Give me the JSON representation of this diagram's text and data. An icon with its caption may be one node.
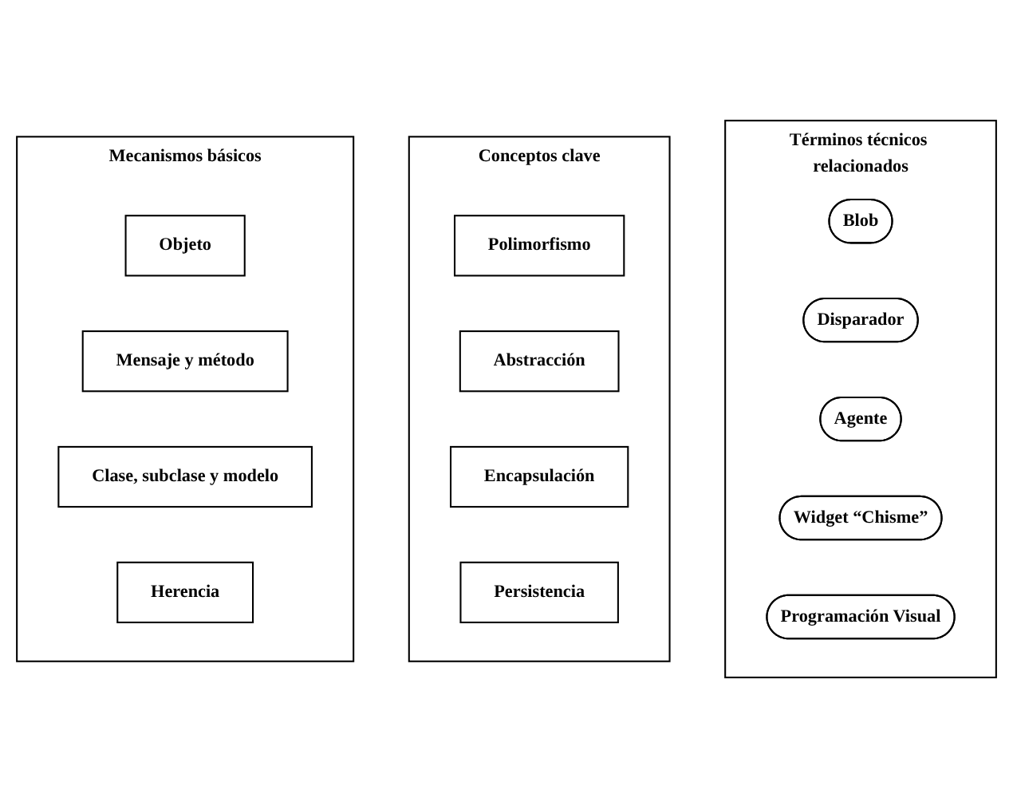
{
  "diagram": {
    "nodes": [
      {
        "text": [
          "Términos técnicos relacionados"
        ]
      },
      {
        "text": [
          "Blob"
        ],
        "in": 0
      },
      {
        "text": [
          "Disparador"
        ],
        "in": 0
      },
      {
        "text": [
          "Agente"
        ],
        "in": 0
      },
      {
        "text": [
          "Widget “Chisme”"
        ],
        "in": 0
      },
      {
        "text": [
          "Programación Visual"
        ],
        "in": 0
      },
      {
        "text": [
          "Conceptos clave"
        ]
      },
      {
        "text": [
          "Polimorfismo"
        ],
        "in": 6
      },
      {
        "text": [
          "Abstracción"
        ],
        "in": 6
      },
      {
        "text": [
          "Encapsulación"
        ],
        "in": 6
      },
      {
        "text": [
          "Persistencia"
        ],
        "in": 6
      },
      {
        "text": [
          "Mecanismos básicos"
        ]
      },
      {
        "text": [
          "Objeto"
        ],
        "in": 11
      },
      {
        "text": [
          "Mensaje y método"
        ],
        "in": 11
      },
      {
        "text": [
          "Clase, subclase y modelo"
        ],
        "in": 11
      },
      {
        "text": [
          "Herencia"
        ],
        "in": 11
      }
    ]
  }
}
